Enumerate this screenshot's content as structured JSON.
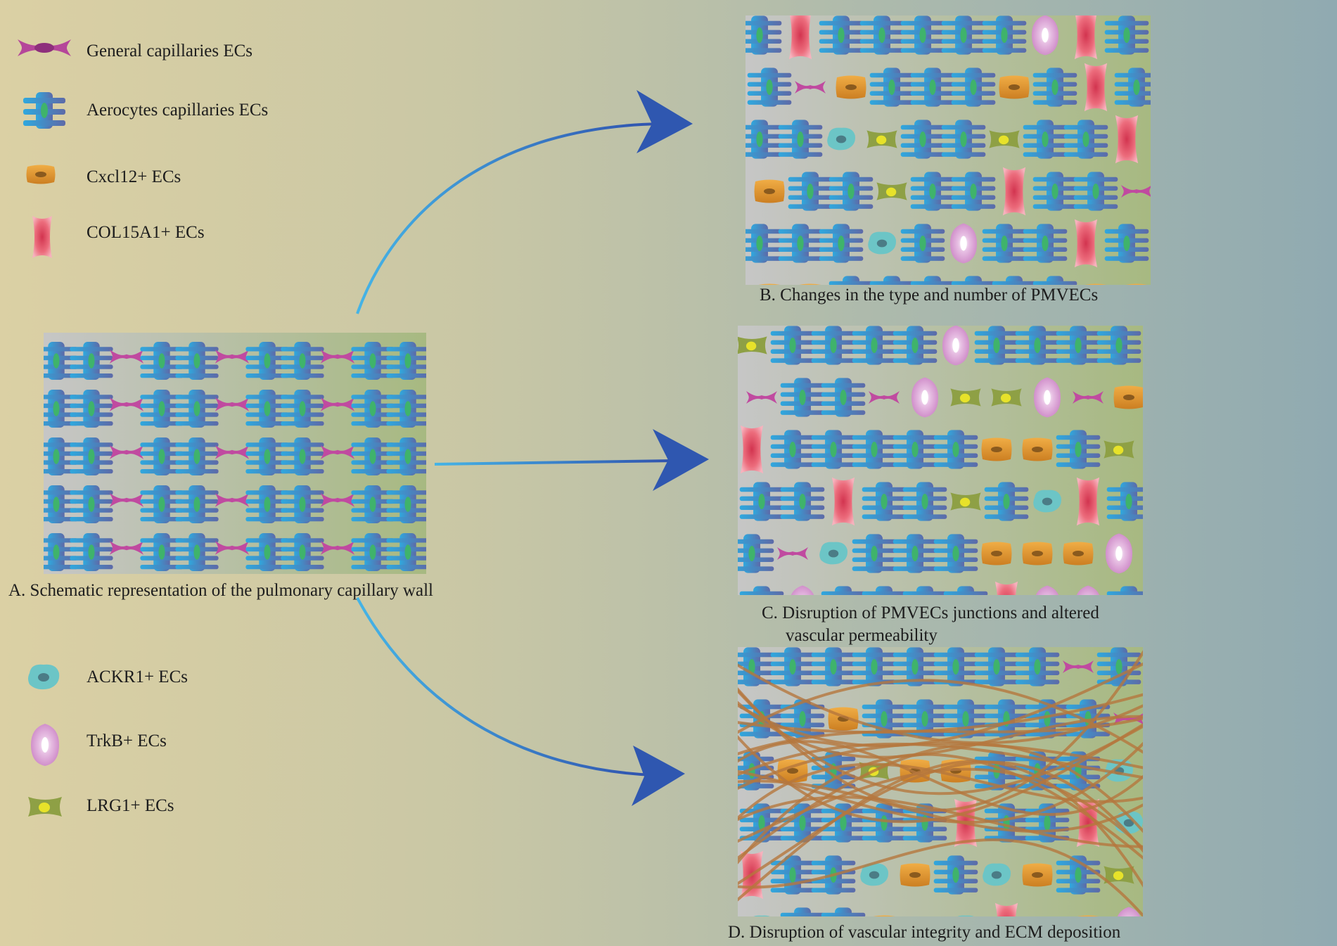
{
  "legend_top": [
    {
      "icon": "general-capillary-ec-icon",
      "label": "General capillaries ECs"
    },
    {
      "icon": "aerocyte-capillary-ec-icon",
      "label": "Aerocytes capillaries ECs"
    },
    {
      "icon": "cxcl12-ec-icon",
      "label": "Cxcl12+ ECs"
    },
    {
      "icon": "col15a1-ec-icon",
      "label": "COL15A1+ ECs"
    }
  ],
  "legend_bottom": [
    {
      "icon": "ackr1-ec-icon",
      "label": "ACKR1+ ECs"
    },
    {
      "icon": "trkb-ec-icon",
      "label": "TrkB+ ECs"
    },
    {
      "icon": "lrg1-ec-icon",
      "label": "LRG1+ ECs"
    }
  ],
  "panels": {
    "a": {
      "caption": "A. Schematic representation of the pulmonary capillary wall"
    },
    "b": {
      "caption": "B. Changes in the type and number of PMVECs"
    },
    "c": {
      "caption_line1": "C. Disruption of PMVECs junctions and altered",
      "caption_line2": "vascular permeability"
    },
    "d": {
      "caption": "D. Disruption of vascular integrity and ECM deposition"
    }
  },
  "colors": {
    "aerocyte": "#2fa8de",
    "aerocyte_dark": "#5d6aa8",
    "nucleus": "#3fb36b",
    "general": "#b5469a",
    "cxcl12": "#e0962e",
    "col15a1": "#ec6c7c",
    "ackr1": "#6cc5c6",
    "trkb": "#d79ad0",
    "lrg1": "#8ea045",
    "ecm": "#b5773d",
    "arrow": "#2f57b0"
  }
}
